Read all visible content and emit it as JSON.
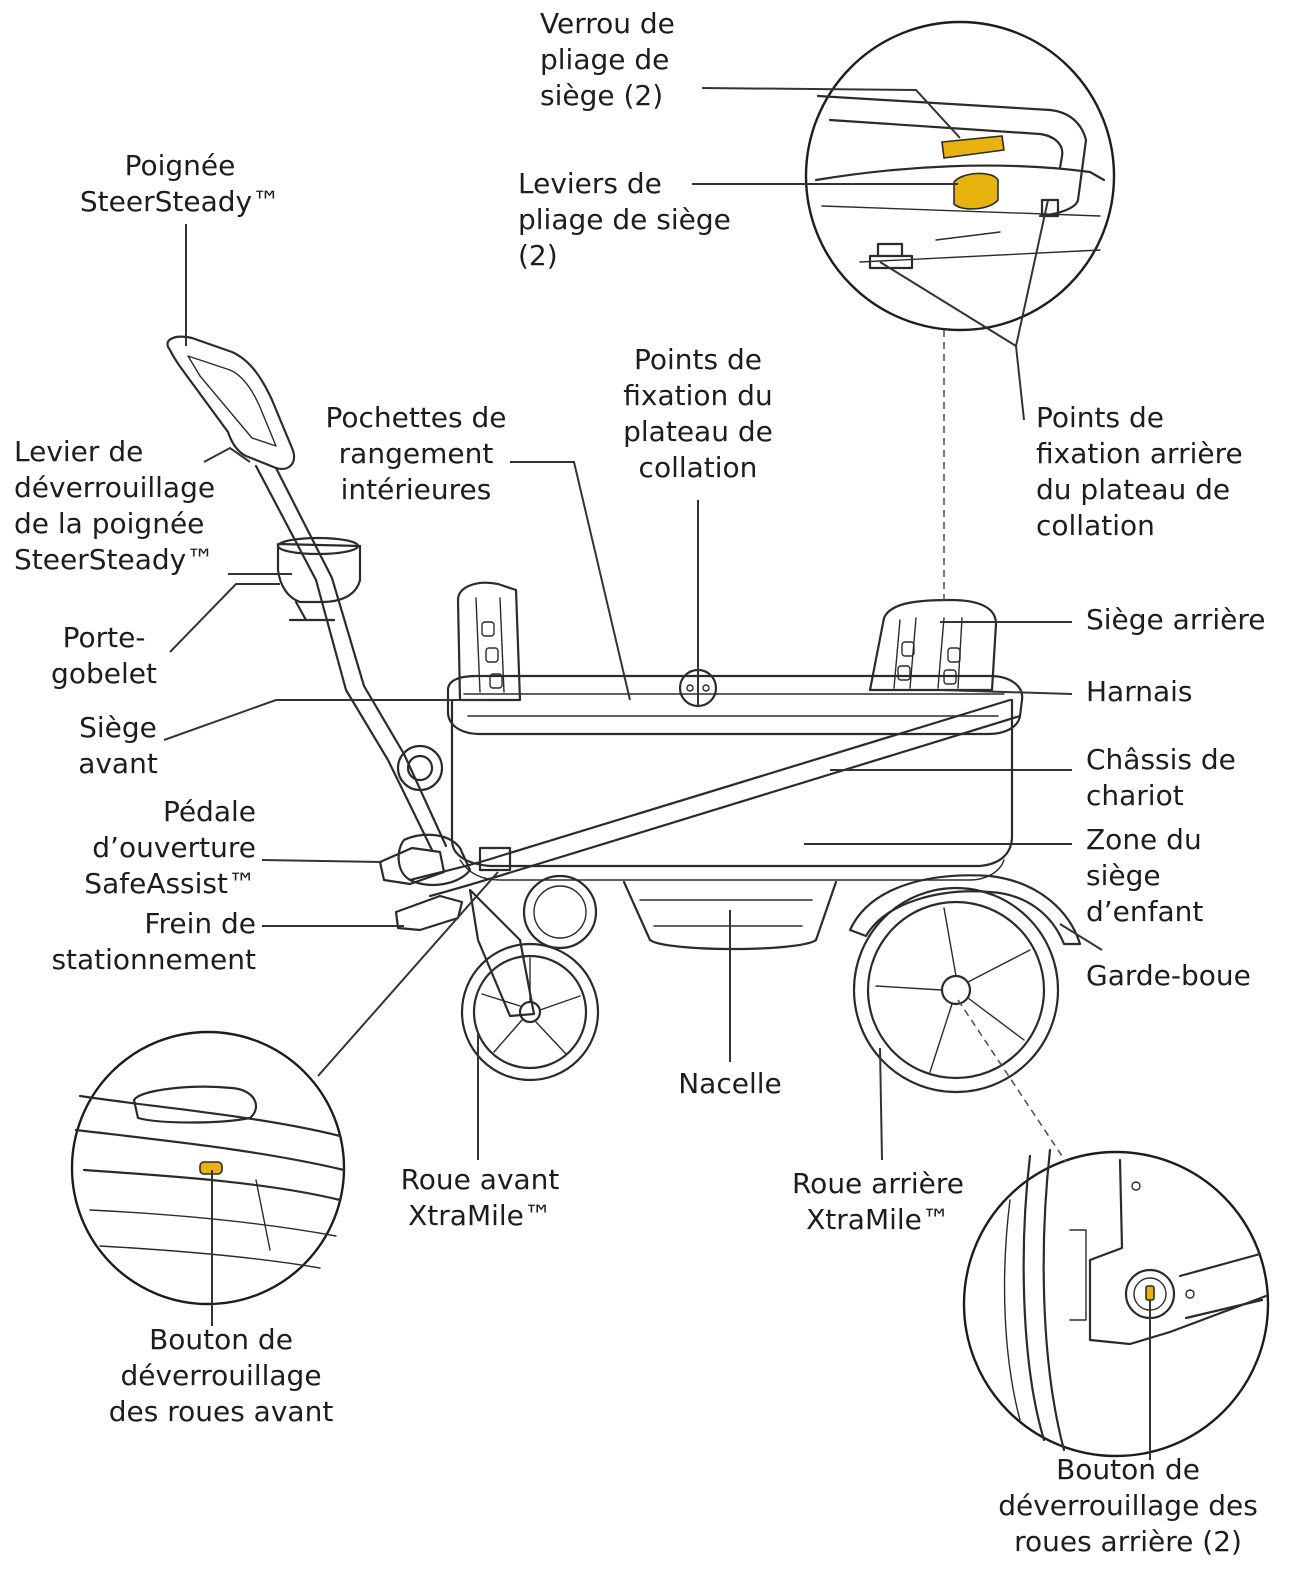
{
  "accent_color": "#E8B20F",
  "labels": {
    "verrou_pliage": "Verrou de\npliage de\nsiège (2)",
    "leviers_pliage": "Leviers de\npliage de siège\n(2)",
    "poignee": "Poignée\nSteerSteady™",
    "levier_deverrouillage_poignee": "Levier de\ndéverrouillage\nde la poignée\nSteerSteady™",
    "pochettes": "Pochettes de\nrangement\nintérieures",
    "points_fixation_plateau": "Points de\nfixation du\nplateau de\ncollation",
    "points_fixation_arriere": "Points de\nfixation arrière\ndu plateau de\ncollation",
    "porte_gobelet": "Porte-\ngobelet",
    "siege_arriere": "Siège arrière",
    "harnais": "Harnais",
    "siege_avant": "Siège\navant",
    "chassis": "Châssis de\nchariot",
    "pedale": "Pédale\nd’ouverture\nSafeAssist™",
    "zone_siege": "Zone du\nsiège\nd’enfant",
    "frein": "Frein de\nstationnement",
    "garde_boue": "Garde-boue",
    "nacelle": "Nacelle",
    "roue_avant": "Roue avant\nXtraMile™",
    "roue_arriere": "Roue arrière\nXtraMile™",
    "bouton_avant": "Bouton de\ndéverrouillage\ndes roues avant",
    "bouton_arriere": "Bouton de\ndéverrouillage des\nroues arrière (2)"
  }
}
